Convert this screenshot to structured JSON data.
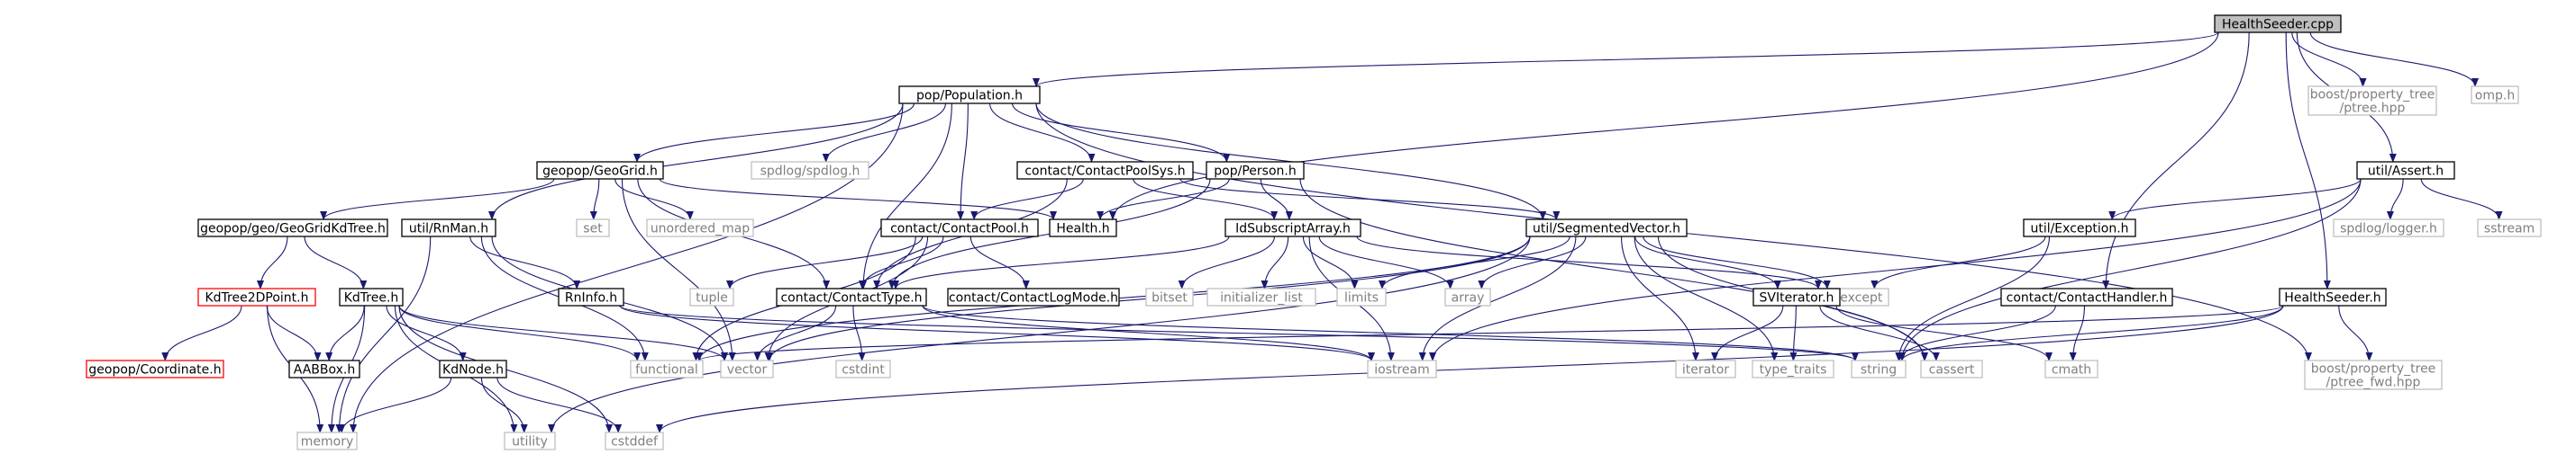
{
  "diagram": {
    "title": "HealthSeeder.cpp",
    "colors": {
      "edge": "#191970",
      "root_fill": "#bfbfbf",
      "project_border": "#000000",
      "system_border": "#bfbfbf",
      "system_text": "#7f7f7f",
      "missing_border": "#ff0000",
      "node_fill": "#ffffff"
    },
    "nodes": {
      "root": {
        "label": "HealthSeeder.cpp",
        "kind": "root"
      },
      "pop_population_h": {
        "label": "pop/Population.h",
        "kind": "project"
      },
      "boost_ptree_hpp": {
        "label": "boost/property_tree\n/ptree.hpp",
        "kind": "system"
      },
      "omp_h": {
        "label": "omp.h",
        "kind": "system"
      },
      "util_assert_h": {
        "label": "util/Assert.h",
        "kind": "project"
      },
      "geogrid_h": {
        "label": "geopop/GeoGrid.h",
        "kind": "project"
      },
      "spdlog_h": {
        "label": "spdlog/spdlog.h",
        "kind": "system"
      },
      "contactpoolsys_h": {
        "label": "contact/ContactPoolSys.h",
        "kind": "project"
      },
      "person_h": {
        "label": "pop/Person.h",
        "kind": "project"
      },
      "set": {
        "label": "set",
        "kind": "system"
      },
      "unordered_map": {
        "label": "unordered_map",
        "kind": "system"
      },
      "spdlog_logger_h": {
        "label": "spdlog/logger.h",
        "kind": "system"
      },
      "sstream": {
        "label": "sstream",
        "kind": "system"
      },
      "geogridkdtree_h": {
        "label": "geopop/geo/GeoGridKdTree.h",
        "kind": "project"
      },
      "util_rnman_h": {
        "label": "util/RnMan.h",
        "kind": "project"
      },
      "contactpool_h": {
        "label": "contact/ContactPool.h",
        "kind": "project"
      },
      "health_h": {
        "label": "Health.h",
        "kind": "project"
      },
      "idsubscriptarray_h": {
        "label": "IdSubscriptArray.h",
        "kind": "project"
      },
      "segmentedvector_h": {
        "label": "util/SegmentedVector.h",
        "kind": "project"
      },
      "util_exception_h": {
        "label": "util/Exception.h",
        "kind": "project"
      },
      "kdtree2dpoint_h": {
        "label": "KdTree2DPoint.h",
        "kind": "missing"
      },
      "kdtree_h": {
        "label": "KdTree.h",
        "kind": "project"
      },
      "rninfo_h": {
        "label": "RnInfo.h",
        "kind": "project"
      },
      "tuple": {
        "label": "tuple",
        "kind": "system"
      },
      "contacttype_h": {
        "label": "contact/ContactType.h",
        "kind": "project"
      },
      "contactlogmode_h": {
        "label": "contact/ContactLogMode.h",
        "kind": "project"
      },
      "bitset": {
        "label": "bitset",
        "kind": "system"
      },
      "initializer_list": {
        "label": "initializer_list",
        "kind": "system"
      },
      "limits": {
        "label": "limits",
        "kind": "system"
      },
      "array": {
        "label": "array",
        "kind": "system"
      },
      "stdexcept": {
        "label": "stdexcept",
        "kind": "system"
      },
      "contacthandler_h": {
        "label": "contact/ContactHandler.h",
        "kind": "project"
      },
      "healthseeder_h": {
        "label": "HealthSeeder.h",
        "kind": "project"
      },
      "coordinate_h": {
        "label": "geopop/Coordinate.h",
        "kind": "missing"
      },
      "aabbox_h": {
        "label": "AABBox.h",
        "kind": "project"
      },
      "kdnode_h": {
        "label": "KdNode.h",
        "kind": "project"
      },
      "functional": {
        "label": "functional",
        "kind": "system"
      },
      "vector": {
        "label": "vector",
        "kind": "system"
      },
      "cstdint": {
        "label": "cstdint",
        "kind": "system"
      },
      "iostream": {
        "label": "iostream",
        "kind": "system"
      },
      "iterator": {
        "label": "iterator",
        "kind": "system"
      },
      "svlterator_h": {
        "label": "SVIterator.h",
        "kind": "project"
      },
      "type_traits": {
        "label": "type_traits",
        "kind": "system"
      },
      "string": {
        "label": "string",
        "kind": "system"
      },
      "cassert": {
        "label": "cassert",
        "kind": "system"
      },
      "cmath": {
        "label": "cmath",
        "kind": "system"
      },
      "boost_ptree_fwd_hpp": {
        "label": "boost/property_tree\n/ptree_fwd.hpp",
        "kind": "system"
      },
      "memory": {
        "label": "memory",
        "kind": "system"
      },
      "utility": {
        "label": "utility",
        "kind": "system"
      },
      "cstddef": {
        "label": "cstddef",
        "kind": "system"
      }
    },
    "edges": [
      [
        "root",
        "pop_population_h"
      ],
      [
        "root",
        "boost_ptree_hpp"
      ],
      [
        "root",
        "omp_h"
      ],
      [
        "root",
        "util_assert_h"
      ],
      [
        "root",
        "contacthandler_h"
      ],
      [
        "root",
        "healthseeder_h"
      ],
      [
        "root",
        "health_h"
      ],
      [
        "pop_population_h",
        "geogrid_h"
      ],
      [
        "pop_population_h",
        "spdlog_h"
      ],
      [
        "pop_population_h",
        "contactpoolsys_h"
      ],
      [
        "pop_population_h",
        "person_h"
      ],
      [
        "pop_population_h",
        "util_rnman_h"
      ],
      [
        "pop_population_h",
        "contactpool_h"
      ],
      [
        "pop_population_h",
        "contacttype_h"
      ],
      [
        "pop_population_h",
        "segmentedvector_h"
      ],
      [
        "pop_population_h",
        "memory"
      ],
      [
        "pop_population_h",
        "boost_ptree_fwd_hpp"
      ],
      [
        "util_assert_h",
        "spdlog_logger_h"
      ],
      [
        "util_assert_h",
        "sstream"
      ],
      [
        "util_assert_h",
        "util_exception_h"
      ],
      [
        "util_assert_h",
        "string"
      ],
      [
        "util_assert_h",
        "iostream"
      ],
      [
        "geogrid_h",
        "geogridkdtree_h"
      ],
      [
        "geogrid_h",
        "set"
      ],
      [
        "geogrid_h",
        "unordered_map"
      ],
      [
        "geogrid_h",
        "contacttype_h"
      ],
      [
        "geogrid_h",
        "vector"
      ],
      [
        "geogrid_h",
        "health_h"
      ],
      [
        "contactpoolsys_h",
        "contactpool_h"
      ],
      [
        "contactpoolsys_h",
        "idsubscriptarray_h"
      ],
      [
        "contactpoolsys_h",
        "contacttype_h"
      ],
      [
        "contactpoolsys_h",
        "segmentedvector_h"
      ],
      [
        "person_h",
        "health_h"
      ],
      [
        "person_h",
        "idsubscriptarray_h"
      ],
      [
        "person_h",
        "contacttype_h"
      ],
      [
        "person_h",
        "cassert"
      ],
      [
        "geogridkdtree_h",
        "kdtree2dpoint_h"
      ],
      [
        "geogridkdtree_h",
        "kdtree_h"
      ],
      [
        "util_rnman_h",
        "rninfo_h"
      ],
      [
        "util_rnman_h",
        "memory"
      ],
      [
        "util_rnman_h",
        "functional"
      ],
      [
        "util_rnman_h",
        "vector"
      ],
      [
        "contactpool_h",
        "tuple"
      ],
      [
        "contactpool_h",
        "contacttype_h"
      ],
      [
        "contactpool_h",
        "contactlogmode_h"
      ],
      [
        "contactpool_h",
        "vector"
      ],
      [
        "contactpool_h",
        "functional"
      ],
      [
        "idsubscriptarray_h",
        "contacttype_h"
      ],
      [
        "idsubscriptarray_h",
        "bitset"
      ],
      [
        "idsubscriptarray_h",
        "initializer_list"
      ],
      [
        "idsubscriptarray_h",
        "limits"
      ],
      [
        "idsubscriptarray_h",
        "array"
      ],
      [
        "idsubscriptarray_h",
        "stdexcept"
      ],
      [
        "idsubscriptarray_h",
        "iostream"
      ],
      [
        "segmentedvector_h",
        "svlterator_h"
      ],
      [
        "segmentedvector_h",
        "array"
      ],
      [
        "segmentedvector_h",
        "limits"
      ],
      [
        "segmentedvector_h",
        "stdexcept"
      ],
      [
        "segmentedvector_h",
        "cassert"
      ],
      [
        "segmentedvector_h",
        "iterator"
      ],
      [
        "segmentedvector_h",
        "type_traits"
      ],
      [
        "segmentedvector_h",
        "iostream"
      ],
      [
        "segmentedvector_h",
        "vector"
      ],
      [
        "segmentedvector_h",
        "functional"
      ],
      [
        "segmentedvector_h",
        "utility"
      ],
      [
        "util_exception_h",
        "stdexcept"
      ],
      [
        "util_exception_h",
        "string"
      ],
      [
        "kdtree2dpoint_h",
        "coordinate_h"
      ],
      [
        "kdtree2dpoint_h",
        "aabbox_h"
      ],
      [
        "kdtree2dpoint_h",
        "memory"
      ],
      [
        "kdtree_h",
        "aabbox_h"
      ],
      [
        "kdtree_h",
        "kdnode_h"
      ],
      [
        "kdtree_h",
        "functional"
      ],
      [
        "kdtree_h",
        "memory"
      ],
      [
        "kdtree_h",
        "utility"
      ],
      [
        "kdtree_h",
        "cstddef"
      ],
      [
        "kdtree_h",
        "vector"
      ],
      [
        "kdnode_h",
        "memory"
      ],
      [
        "kdnode_h",
        "utility"
      ],
      [
        "kdnode_h",
        "cstddef"
      ],
      [
        "rninfo_h",
        "string"
      ],
      [
        "rninfo_h",
        "iostream"
      ],
      [
        "contacttype_h",
        "vector"
      ],
      [
        "contacttype_h",
        "cstdint"
      ],
      [
        "contacttype_h",
        "iostream"
      ],
      [
        "contacttype_h",
        "string"
      ],
      [
        "svlterator_h",
        "type_traits"
      ],
      [
        "svlterator_h",
        "iterator"
      ],
      [
        "svlterator_h",
        "cassert"
      ],
      [
        "svlterator_h",
        "cmath"
      ],
      [
        "contacthandler_h",
        "cmath"
      ],
      [
        "contacthandler_h",
        "string"
      ],
      [
        "healthseeder_h",
        "boost_ptree_fwd_hpp"
      ],
      [
        "healthseeder_h",
        "string"
      ],
      [
        "healthseeder_h",
        "cstddef"
      ],
      [
        "healthseeder_h",
        "functional"
      ]
    ]
  }
}
